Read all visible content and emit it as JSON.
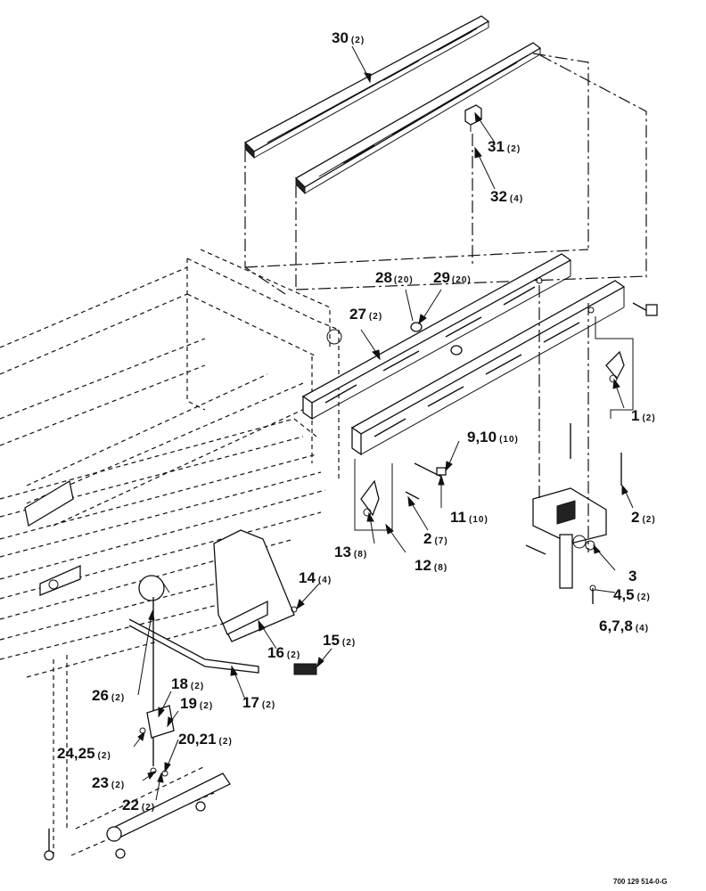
{
  "drawing_code": "700 129 514-0-G",
  "callouts": [
    {
      "id": "c30",
      "label": "30",
      "qty": "(2)"
    },
    {
      "id": "c31",
      "label": "31",
      "qty": "(2)"
    },
    {
      "id": "c32",
      "label": "32",
      "qty": "(4)"
    },
    {
      "id": "c28",
      "label": "28",
      "qty": "(20)"
    },
    {
      "id": "c29",
      "label": "29",
      "qty": "(20)"
    },
    {
      "id": "c27",
      "label": "27",
      "qty": "(2)"
    },
    {
      "id": "c1",
      "label": "1",
      "qty": "(2)"
    },
    {
      "id": "c9",
      "label": "9,10",
      "qty": "(10)"
    },
    {
      "id": "c11",
      "label": "11",
      "qty": "(10)"
    },
    {
      "id": "c2a",
      "label": "2",
      "qty": "(2)"
    },
    {
      "id": "c2b",
      "label": "2",
      "qty": "(7)"
    },
    {
      "id": "c13",
      "label": "13",
      "qty": "(8)"
    },
    {
      "id": "c12",
      "label": "12",
      "qty": "(8)"
    },
    {
      "id": "c3",
      "label": "3",
      "qty": ""
    },
    {
      "id": "c4",
      "label": "4,5",
      "qty": "(2)"
    },
    {
      "id": "c6",
      "label": "6,7,8",
      "qty": "(4)"
    },
    {
      "id": "c14",
      "label": "14",
      "qty": "(4)"
    },
    {
      "id": "c16",
      "label": "16",
      "qty": "(2)"
    },
    {
      "id": "c15",
      "label": "15",
      "qty": "(2)"
    },
    {
      "id": "c17",
      "label": "17",
      "qty": "(2)"
    },
    {
      "id": "c26",
      "label": "26",
      "qty": "(2)"
    },
    {
      "id": "c18",
      "label": "18",
      "qty": "(2)"
    },
    {
      "id": "c19",
      "label": "19",
      "qty": "(2)"
    },
    {
      "id": "c20",
      "label": "20,21",
      "qty": "(2)"
    },
    {
      "id": "c24",
      "label": "24,25",
      "qty": "(2)"
    },
    {
      "id": "c23",
      "label": "23",
      "qty": "(2)"
    },
    {
      "id": "c22",
      "label": "22",
      "qty": "(2)"
    }
  ]
}
